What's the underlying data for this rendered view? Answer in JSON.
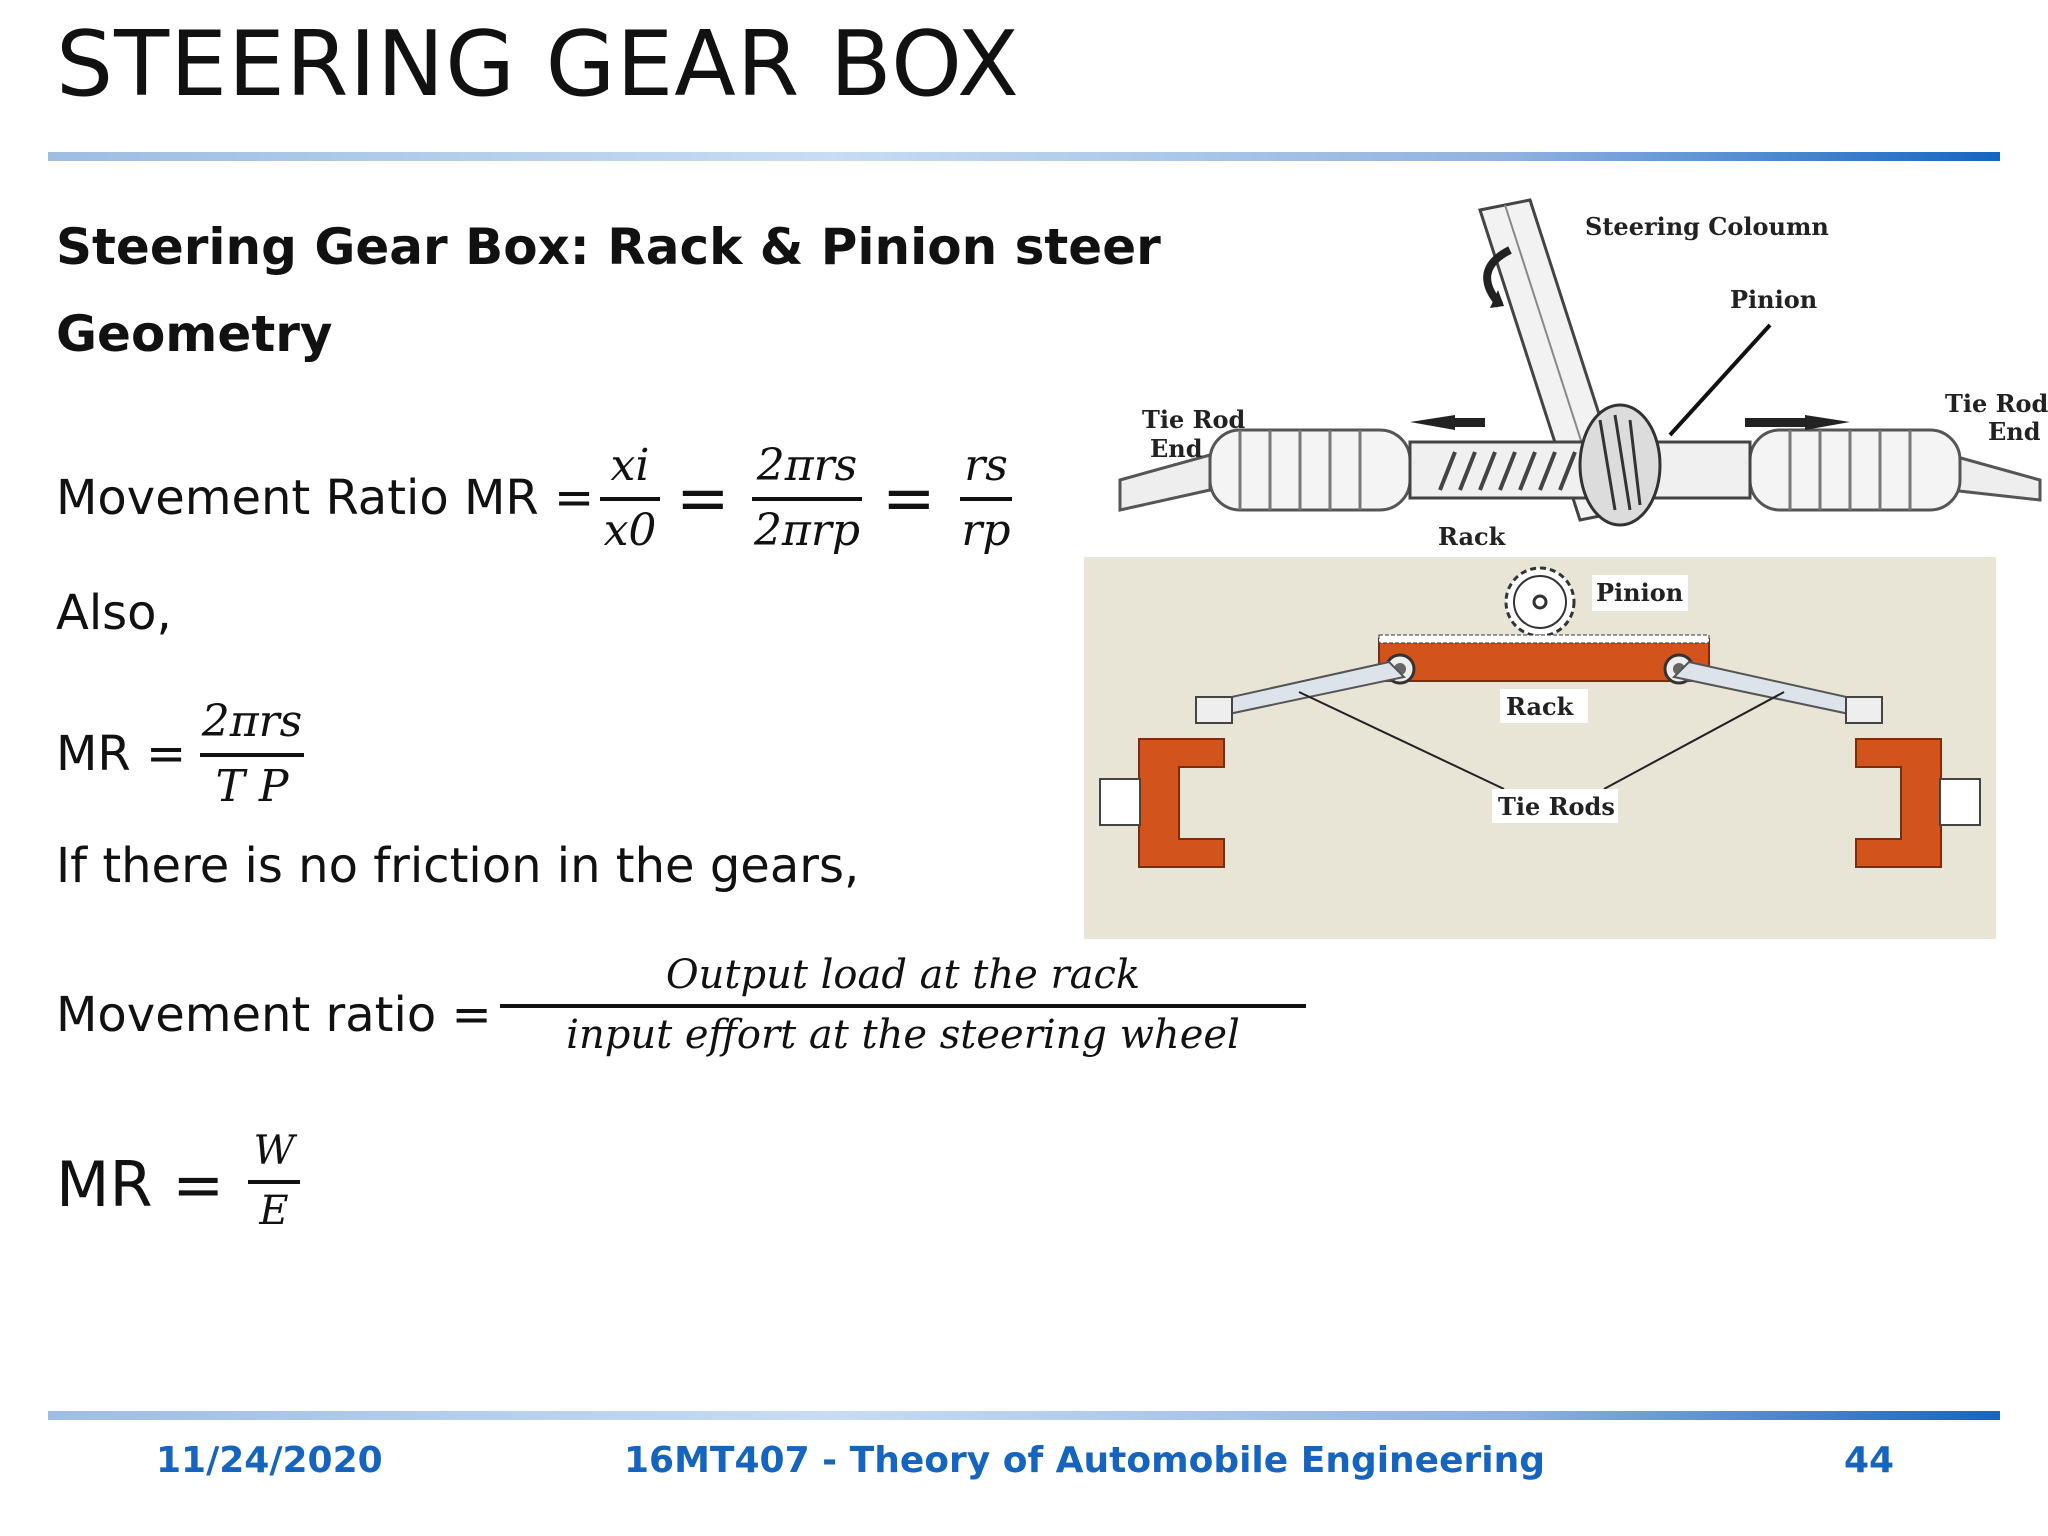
{
  "slide": {
    "title": "STEERING GEAR BOX",
    "subtitle_line1": "Steering  Gear  Box:  Rack  &  Pinion  steer",
    "subtitle_line2": "Geometry"
  },
  "equations": {
    "mr_label": "Movement Ratio MR =",
    "f1_num": "xi",
    "f1_den": "x0",
    "f2_num": "2πrs",
    "f2_den": "2πrp",
    "f3_num": "rs",
    "f3_den": "rp",
    "also": "Also,",
    "mr2_label": "MR =",
    "f4_num": "2πrs",
    "f4_den": "T P",
    "no_friction": "If there is no friction in the gears,",
    "movement_ratio_label": "Movement ratio =",
    "f5_num": "Output load at the rack",
    "f5_den": "input effort at the steering wheel",
    "mr3_label": "MR =",
    "f6_num": "W",
    "f6_den": "E"
  },
  "diagram_top": {
    "steering_column": "Steering Coloumn",
    "pinion": "Pinion",
    "tie_rod_end_left_1": "Tie Rod",
    "tie_rod_end_left_2": "End",
    "tie_rod_end_right_1": "Tie Rod",
    "tie_rod_end_right_2": "End",
    "rack": "Rack"
  },
  "diagram_bottom": {
    "pinion": "Pinion",
    "rack": "Rack",
    "tie_rods": "Tie Rods"
  },
  "footer": {
    "date": "11/24/2020",
    "course": "16MT407 - Theory of Automobile Engineering",
    "page": "44"
  },
  "colors": {
    "accent": "#1565c0",
    "rack_orange": "#d2541c",
    "diagram_bg": "#e8e4d6"
  }
}
